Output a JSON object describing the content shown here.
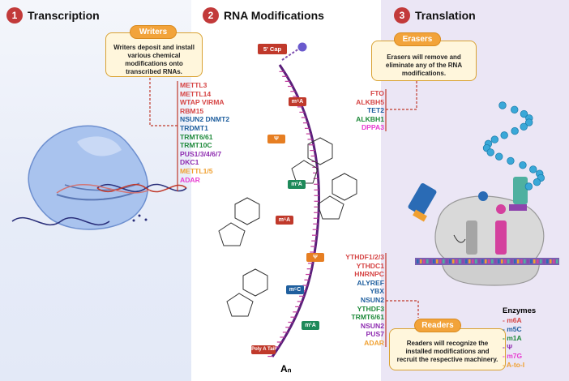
{
  "sections": [
    {
      "number": "1",
      "title": "Transcription"
    },
    {
      "number": "2",
      "title": "RNA Modifications"
    },
    {
      "number": "3",
      "title": "Translation"
    }
  ],
  "writers": {
    "label": "Writers",
    "description": "Writers deposit and install various chemical modifications onto transcribed RNAs.",
    "enzymes": [
      {
        "name": "METTL3",
        "color": "#d64545"
      },
      {
        "name": "METTL14",
        "color": "#d64545"
      },
      {
        "name": "WTAP VIRMA",
        "color": "#d64545"
      },
      {
        "name": "RBM15",
        "color": "#d64545"
      },
      {
        "name": "NSUN2 DNMT2",
        "color": "#1f5f9e"
      },
      {
        "name": "TRDMT1",
        "color": "#1f5f9e"
      },
      {
        "name": "TRMT6/61",
        "color": "#1e8a3a"
      },
      {
        "name": "TRMT10C",
        "color": "#1e8a3a"
      },
      {
        "name": "PUS1/3/4/6/7",
        "color": "#8e2bb0"
      },
      {
        "name": "DKC1",
        "color": "#8e2bb0"
      },
      {
        "name": "METTL1/5",
        "color": "#f0a030"
      },
      {
        "name": "ADAR",
        "color": "#e83bd1"
      }
    ]
  },
  "erasers": {
    "label": "Erasers",
    "description": "Erasers will remove and eliminate any of the RNA modifications.",
    "enzymes": [
      {
        "name": "FTO",
        "color": "#d64545"
      },
      {
        "name": "ALKBH5",
        "color": "#d64545"
      },
      {
        "name": "TET2",
        "color": "#1f5f9e"
      },
      {
        "name": "ALKBH1",
        "color": "#1e8a3a"
      },
      {
        "name": "DPPA3",
        "color": "#e83bd1"
      }
    ]
  },
  "readers": {
    "label": "Readers",
    "description": "Readers will recognize the installed modifications and recruit the respective machinery.",
    "enzymes": [
      {
        "name": "YTHDF1/2/3",
        "color": "#d64545"
      },
      {
        "name": "YTHDC1",
        "color": "#d64545"
      },
      {
        "name": "HNRNPC",
        "color": "#d64545"
      },
      {
        "name": "ALYREF",
        "color": "#1f5f9e"
      },
      {
        "name": "YBX",
        "color": "#1f5f9e"
      },
      {
        "name": "NSUN2",
        "color": "#1f5f9e"
      },
      {
        "name": "YTHDF3",
        "color": "#1e8a3a"
      },
      {
        "name": "TRMT6/61",
        "color": "#1e8a3a"
      },
      {
        "name": "NSUN2",
        "color": "#8e2bb0"
      },
      {
        "name": "PUS7",
        "color": "#8e2bb0"
      },
      {
        "name": "ADAR",
        "color": "#f0a030"
      }
    ]
  },
  "rna_labels": {
    "cap": "5' Cap",
    "poly_a": "Poly A Tail",
    "tail_end": "Aₙ"
  },
  "modification_tags": [
    {
      "label": "m⁶A",
      "color": "#c0392b"
    },
    {
      "label": "Ψ",
      "color": "#e67e22"
    },
    {
      "label": "m¹A",
      "color": "#1e8a5a"
    },
    {
      "label": "m⁶A",
      "color": "#c0392b"
    },
    {
      "label": "Ψ",
      "color": "#e67e22"
    },
    {
      "label": "m⁵C",
      "color": "#1f5f9e"
    },
    {
      "label": "m¹A",
      "color": "#1e8a5a"
    }
  ],
  "legend": {
    "title": "Enzymes",
    "items": [
      {
        "label": "- m6A",
        "color": "#d64545"
      },
      {
        "label": "- m5C",
        "color": "#1f5f9e"
      },
      {
        "label": "- m1A",
        "color": "#1e8a3a"
      },
      {
        "label": "- Ψ",
        "color": "#8e2bb0"
      },
      {
        "label": "- m7G",
        "color": "#e83bd1"
      },
      {
        "label": "- A-to-I",
        "color": "#f0a030"
      }
    ]
  },
  "colors": {
    "section_number": "#c23a3a",
    "callout_border": "#d9a233",
    "pill": "#f2a33a",
    "rna_strand": "#5a1f7a"
  }
}
